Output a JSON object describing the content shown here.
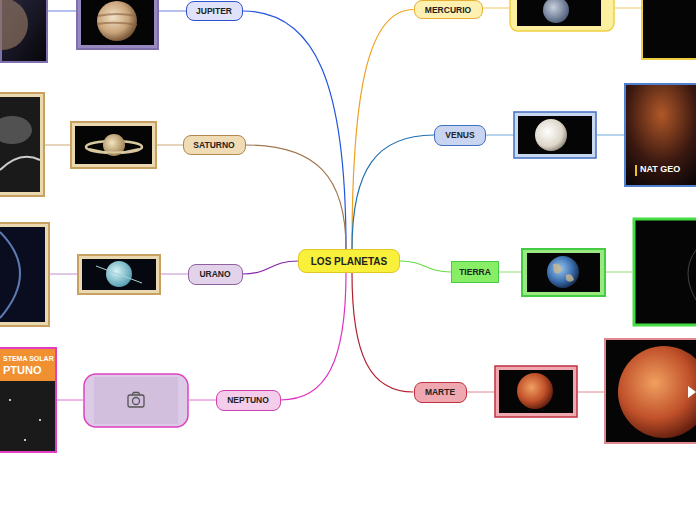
{
  "diagram": {
    "nodes": [
      {
        "text": [
          "LOS PLANETAS"
        ]
      },
      {
        "text": [
          "JUPITER"
        ]
      },
      {
        "text": [
          "SATURNO"
        ]
      },
      {
        "text": [
          "URANO"
        ]
      },
      {
        "text": [
          "NEPTUNO"
        ]
      },
      {
        "text": [
          "MERCURIO"
        ]
      },
      {
        "text": [
          "VENUS"
        ]
      },
      {
        "text": [
          "TIERRA"
        ]
      },
      {
        "text": [
          "MARTE"
        ]
      }
    ],
    "edges": [
      {
        "from": 0,
        "to": 1,
        "arrow": "none"
      },
      {
        "from": 0,
        "to": 2,
        "arrow": "none"
      },
      {
        "from": 0,
        "to": 3,
        "arrow": "none"
      },
      {
        "from": 0,
        "to": 4,
        "arrow": "none"
      },
      {
        "from": 0,
        "to": 5,
        "arrow": "none"
      },
      {
        "from": 0,
        "to": 6,
        "arrow": "none"
      },
      {
        "from": 0,
        "to": 7,
        "arrow": "none"
      },
      {
        "from": 0,
        "to": 8,
        "arrow": "none"
      }
    ],
    "labels": [
      "STEMA SOLAR",
      "PTUNO",
      "NAT GEO"
    ]
  }
}
